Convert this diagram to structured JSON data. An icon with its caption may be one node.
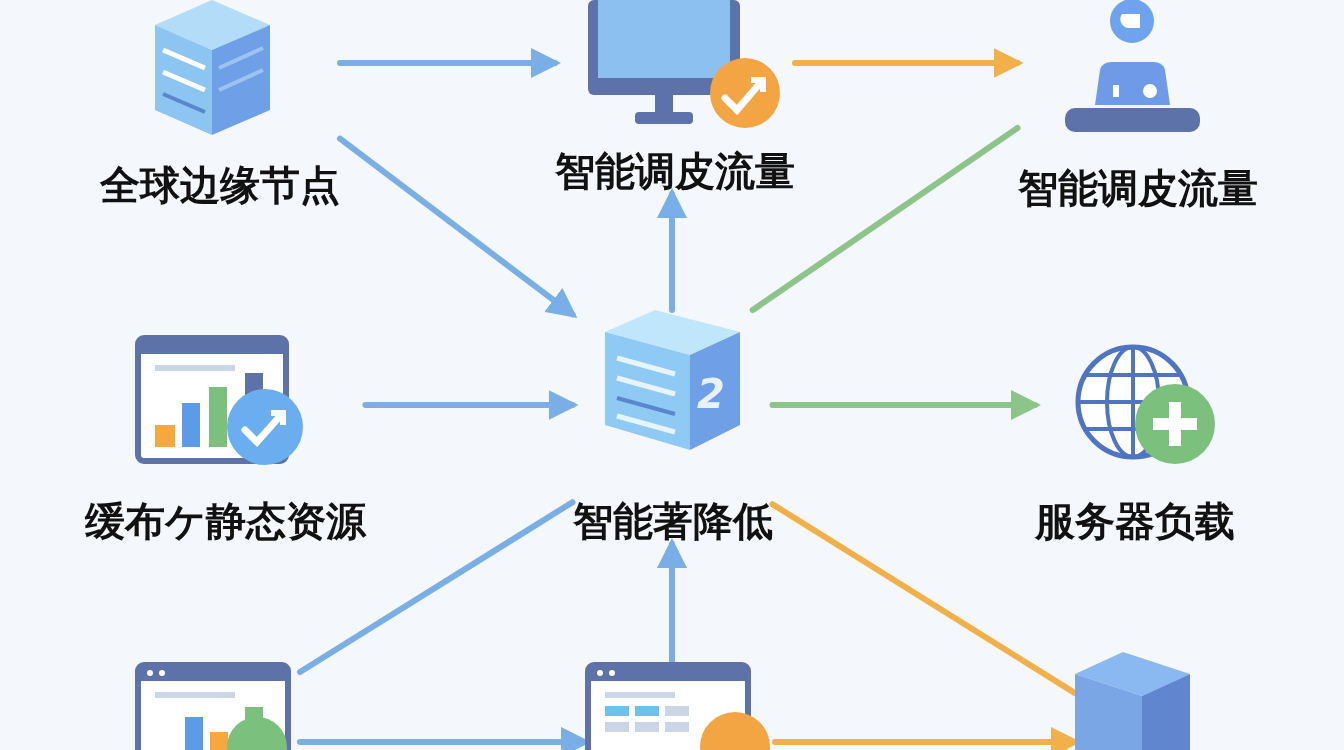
{
  "diagram": {
    "nodes": [
      {
        "text": [
          "全球边缘节点"
        ]
      },
      {
        "text": [
          "智能调皮流量"
        ]
      },
      {
        "text": [
          "智能调皮流量"
        ]
      },
      {
        "text": [
          "缓布ケ静态资源"
        ]
      },
      {
        "text": [
          "2",
          "智能著降低"
        ]
      },
      {
        "text": [
          "服务器负载"
        ]
      },
      {
        "text": [],
        "shape": "picture"
      },
      {
        "text": [],
        "shape": "picture"
      },
      {
        "text": [],
        "shape": "picture"
      }
    ],
    "edges": [
      {
        "from": 0,
        "to": 1,
        "arrow": "to"
      },
      {
        "from": 1,
        "to": 2,
        "arrow": "to",
        "color": "#f2b04a"
      },
      {
        "from": 0,
        "to": 4,
        "arrow": "to"
      },
      {
        "from": 4,
        "to": 1,
        "arrow": "to"
      },
      {
        "from": 4,
        "to": 2,
        "arrow": "none",
        "color": "#8cc48a"
      },
      {
        "from": 3,
        "to": 4,
        "arrow": "to"
      },
      {
        "from": 4,
        "to": 5,
        "arrow": "to",
        "color": "#8cc48a"
      },
      {
        "from": 6,
        "to": 4,
        "arrow": "none"
      },
      {
        "from": 7,
        "to": 4,
        "arrow": "to"
      },
      {
        "from": 4,
        "to": 8,
        "arrow": "none",
        "color": "#f2b04a"
      },
      {
        "from": 6,
        "to": 7,
        "arrow": "to"
      },
      {
        "from": 7,
        "to": 8,
        "arrow": "to",
        "color": "#f2b04a"
      }
    ]
  }
}
